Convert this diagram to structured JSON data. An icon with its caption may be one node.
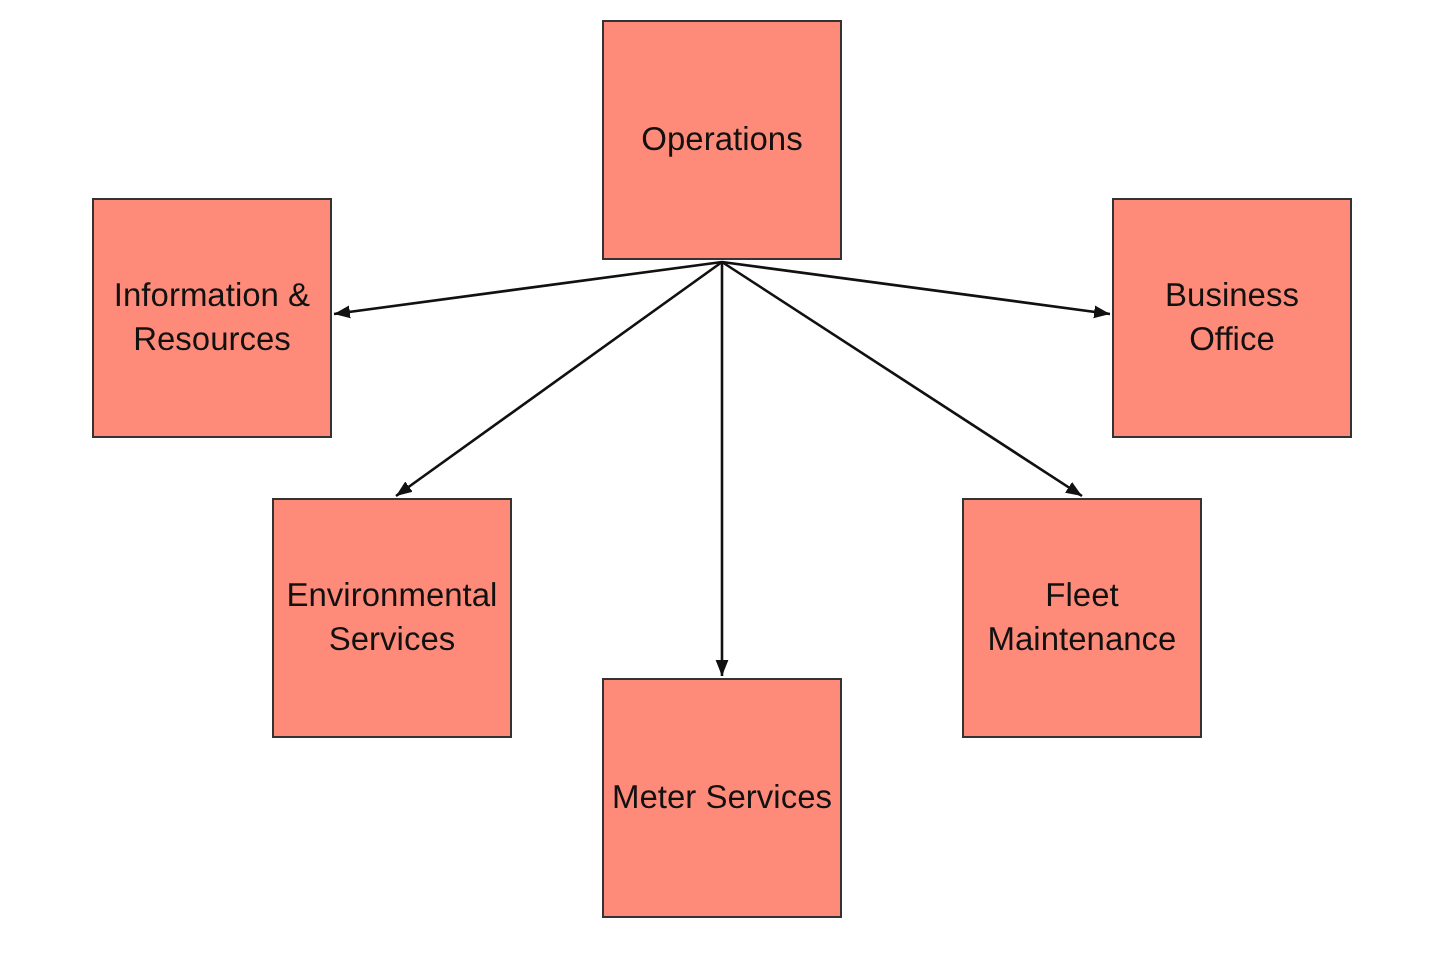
{
  "diagram": {
    "nodes": [
      {
        "text": [
          "Operations"
        ]
      },
      {
        "text": [
          "Information & Resources"
        ]
      },
      {
        "text": [
          "Business Office"
        ]
      },
      {
        "text": [
          "Environmental Services"
        ]
      },
      {
        "text": [
          "Fleet Maintenance"
        ]
      },
      {
        "text": [
          "Meter Services"
        ]
      }
    ],
    "edges": [
      {
        "from": 0,
        "to": 1,
        "arrow": "to"
      },
      {
        "from": 0,
        "to": 2,
        "arrow": "to"
      },
      {
        "from": 0,
        "to": 3,
        "arrow": "to"
      },
      {
        "from": 0,
        "to": 4,
        "arrow": "to"
      },
      {
        "from": 0,
        "to": 5,
        "arrow": "to"
      }
    ]
  }
}
